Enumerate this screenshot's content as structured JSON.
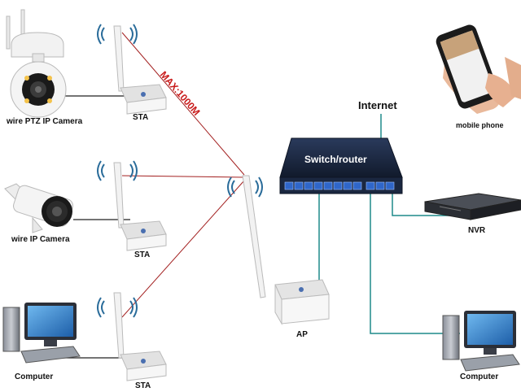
{
  "labels": {
    "ptz_camera": "wire PTZ IP Camera",
    "ip_camera": "wire IP Camera",
    "computer_left": "Computer",
    "sta_top": "STA",
    "sta_mid": "STA",
    "sta_bottom": "STA",
    "ap": "AP",
    "switch": "Switch/router",
    "internet": "Internet",
    "mobile": "mobile phone",
    "nvr": "NVR",
    "computer_right": "Computer",
    "max_distance": "MAX:1000M"
  },
  "colors": {
    "wireless_link": "#a32020",
    "lan_cable": "#1f8a8a",
    "ethernet_cable": "#222222",
    "switch_body": "#1c2a44",
    "switch_ports": "#2f66c9",
    "max_label": "#c81a1a",
    "device_white": "#f4f4f4"
  }
}
